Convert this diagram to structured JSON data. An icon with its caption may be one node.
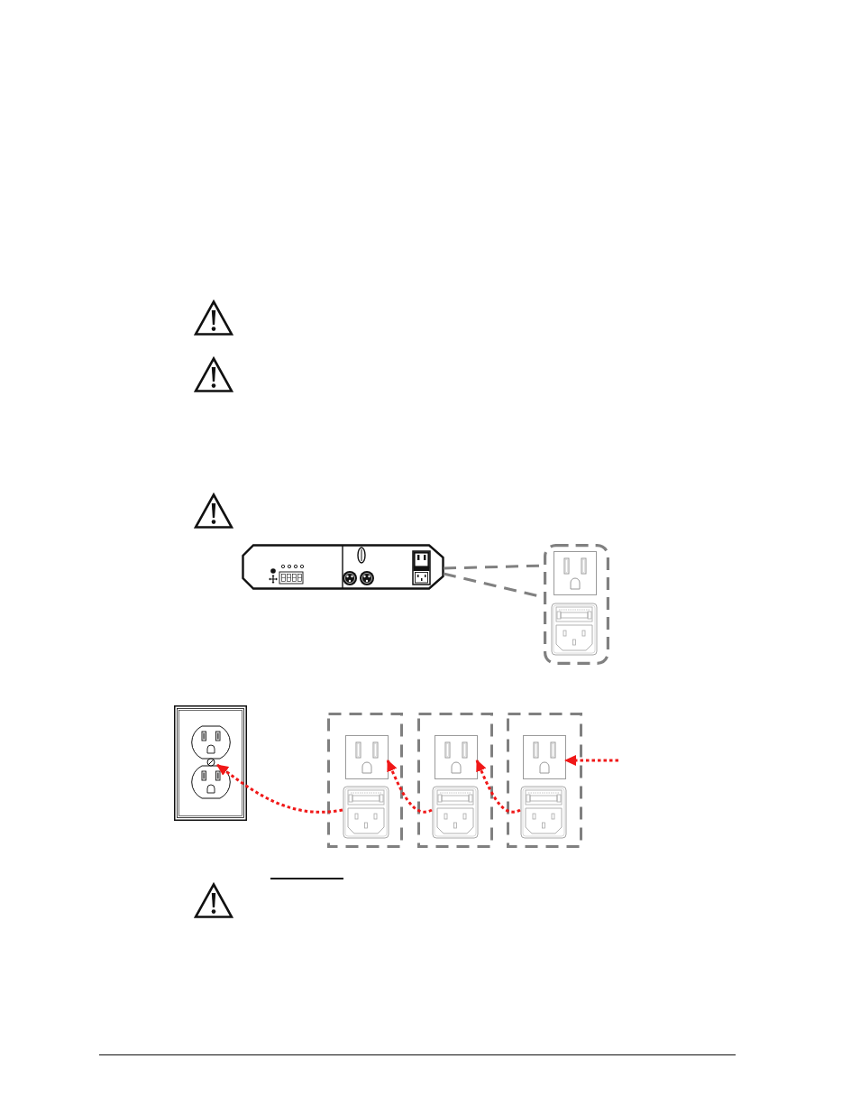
{
  "diagram": {
    "nodes": [
      {
        "text": [],
        "shape": "picture"
      },
      {
        "text": [],
        "shape": "box"
      },
      {
        "text": [],
        "shape": "picture"
      },
      {
        "text": [],
        "shape": "box"
      },
      {
        "text": [],
        "shape": "picture",
        "in": 3
      },
      {
        "text": [],
        "shape": "picture",
        "in": 3
      },
      {
        "text": [],
        "shape": "box"
      },
      {
        "text": [],
        "shape": "picture",
        "in": 6
      },
      {
        "text": [],
        "shape": "picture",
        "in": 6
      },
      {
        "text": [],
        "shape": "box"
      },
      {
        "text": [],
        "shape": "picture",
        "in": 9
      },
      {
        "text": [],
        "shape": "picture",
        "in": 9
      }
    ],
    "edges": [
      {
        "from": 0,
        "to": 1,
        "arrow": "none",
        "style": "dashed",
        "color": "#808080"
      },
      {
        "from": 0,
        "to": 1,
        "arrow": "none",
        "style": "dashed",
        "color": "#808080"
      },
      {
        "from": 5,
        "to": 2,
        "arrow": "to",
        "style": "dashed"
      },
      {
        "from": 8,
        "to": 4,
        "arrow": "to",
        "style": "dashed"
      },
      {
        "from": 11,
        "to": 7,
        "arrow": "to",
        "style": "dashed"
      },
      {
        "from": null,
        "to": 10,
        "arrow": "to",
        "style": "dashed"
      }
    ]
  }
}
